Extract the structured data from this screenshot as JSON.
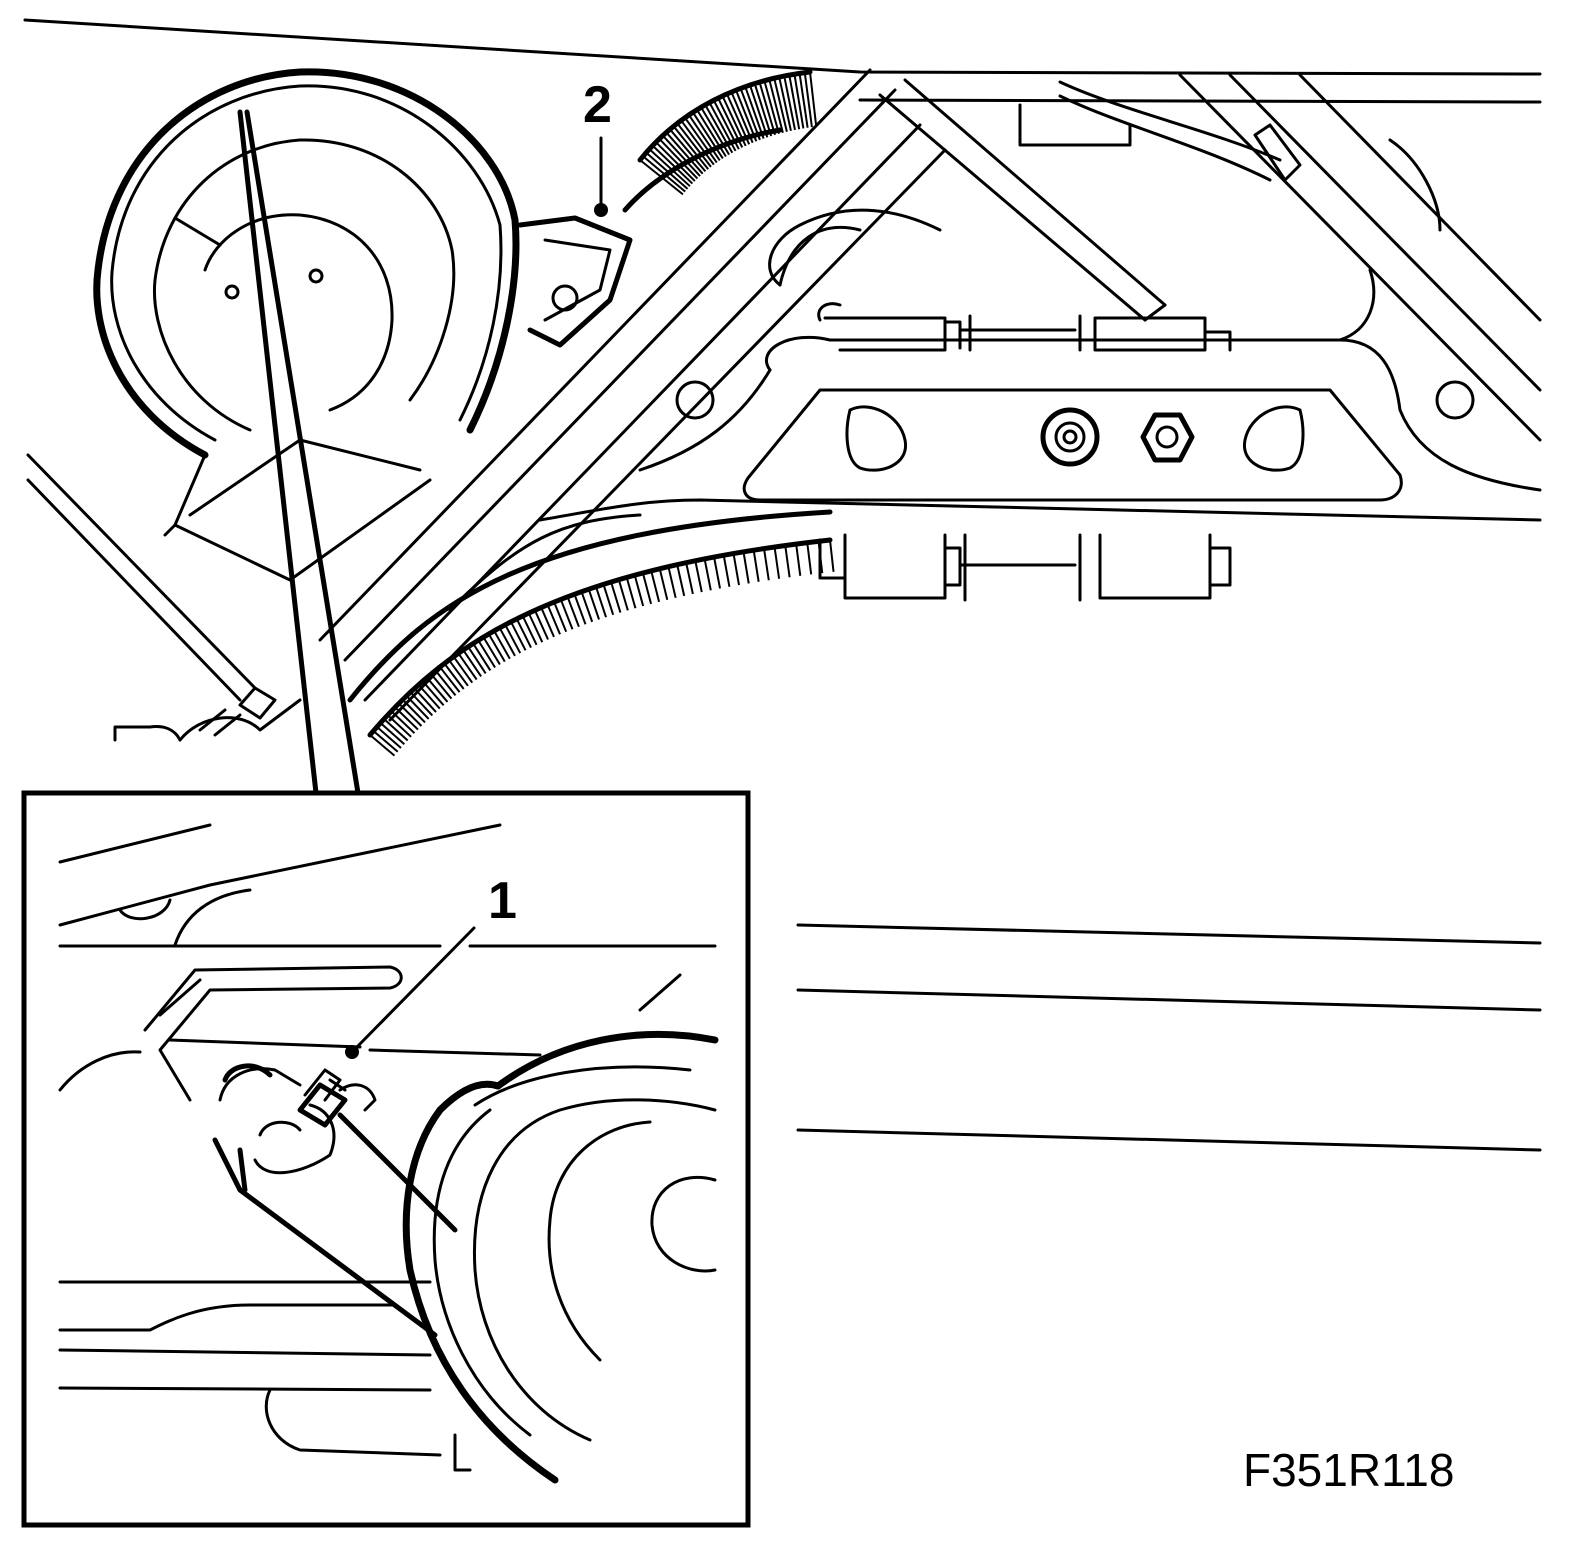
{
  "callouts": [
    {
      "number": "1"
    },
    {
      "number": "2"
    }
  ],
  "figure_code": "F351R118",
  "colors": {
    "ink": "#000000",
    "paper": "#ffffff"
  }
}
